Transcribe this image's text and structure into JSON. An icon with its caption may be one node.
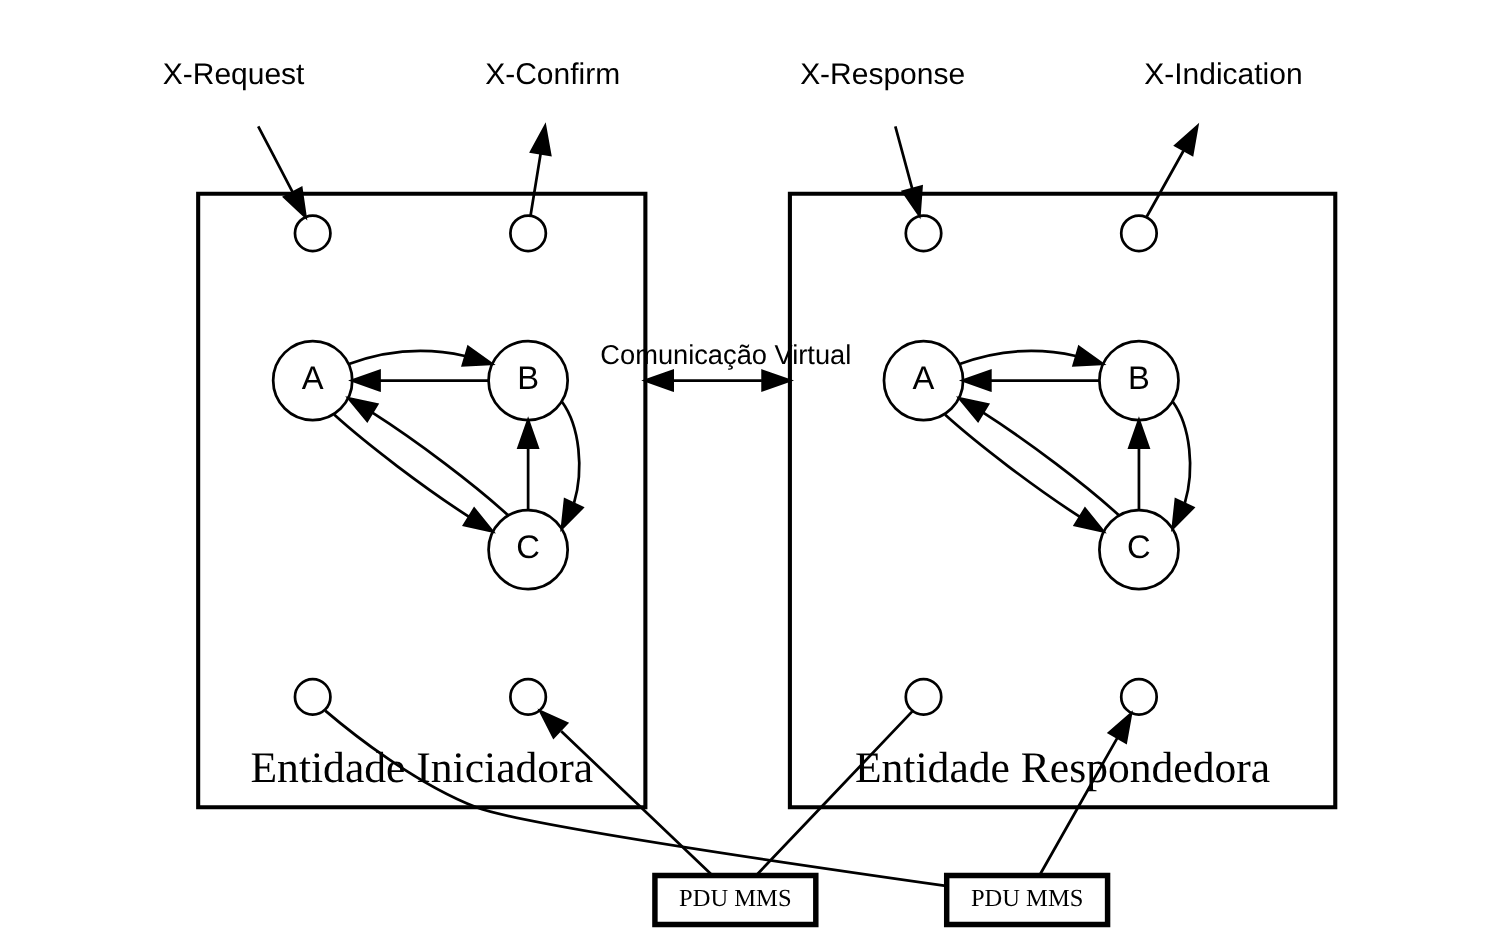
{
  "diagram": {
    "nodes": [
      {
        "text": [
          "Entidade Iniciadora"
        ]
      },
      {
        "text": [],
        "shape": "circle",
        "in": 0
      },
      {
        "text": [],
        "shape": "circle",
        "in": 0
      },
      {
        "text": [
          "B"
        ],
        "in": 0
      },
      {
        "text": [
          "A"
        ],
        "in": 0
      },
      {
        "text": [
          "C"
        ],
        "in": 0
      },
      {
        "text": [],
        "shape": "circle",
        "in": 0
      },
      {
        "text": [],
        "shape": "circle",
        "in": 0
      },
      {
        "text": [
          "Entidade Respondedora"
        ]
      },
      {
        "text": [],
        "shape": "circle",
        "in": 8
      },
      {
        "text": [],
        "shape": "circle",
        "in": 8
      },
      {
        "text": [
          "B"
        ],
        "in": 8
      },
      {
        "text": [
          "A"
        ],
        "in": 8
      },
      {
        "text": [
          "C"
        ],
        "in": 8
      },
      {
        "text": [],
        "shape": "circle",
        "in": 8
      },
      {
        "text": [],
        "shape": "circle",
        "in": 8
      },
      {
        "text": [
          "X-Request"
        ]
      },
      {
        "text": [
          "X-Confirm"
        ]
      },
      {
        "text": [
          "X-Response"
        ]
      },
      {
        "text": [
          "X-Indication"
        ]
      },
      {
        "text": [
          "PDU MMS"
        ]
      },
      {
        "text": [
          "PDU MMS"
        ]
      }
    ],
    "edges": [
      {
        "from": 16,
        "to": 1,
        "arrow": "to"
      },
      {
        "from": 2,
        "to": 17,
        "arrow": "to"
      },
      {
        "from": 18,
        "to": 9,
        "arrow": "to"
      },
      {
        "from": 10,
        "to": 19,
        "arrow": "to"
      },
      {
        "from": 3,
        "to": 4,
        "arrow": "to"
      },
      {
        "from": 4,
        "to": 3,
        "arrow": "to"
      },
      {
        "from": 5,
        "to": 4,
        "arrow": "to"
      },
      {
        "from": 4,
        "to": 5,
        "arrow": "to"
      },
      {
        "from": 5,
        "to": 3,
        "arrow": "to"
      },
      {
        "from": 3,
        "to": 5,
        "arrow": "to"
      },
      {
        "from": 11,
        "to": 12,
        "arrow": "to"
      },
      {
        "from": 12,
        "to": 11,
        "arrow": "to"
      },
      {
        "from": 13,
        "to": 12,
        "arrow": "to"
      },
      {
        "from": 12,
        "to": 13,
        "arrow": "to"
      },
      {
        "from": 13,
        "to": 11,
        "arrow": "to"
      },
      {
        "from": 11,
        "to": 13,
        "arrow": "to"
      },
      {
        "from": 0,
        "to": 8,
        "arrow": "both",
        "label": "Comunicação Virtual"
      },
      {
        "from": 14,
        "to": 20,
        "arrow": "none"
      },
      {
        "from": 20,
        "to": 7,
        "arrow": "to"
      },
      {
        "from": 6,
        "to": 21,
        "arrow": "none"
      },
      {
        "from": 21,
        "to": 15,
        "arrow": "to"
      }
    ]
  }
}
